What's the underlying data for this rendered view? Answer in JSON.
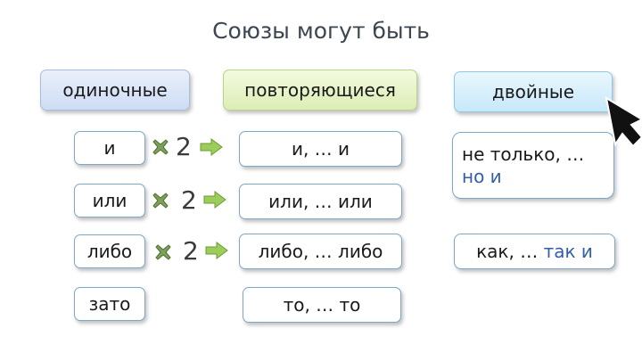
{
  "title": "Союзы могут быть",
  "headers": {
    "single": "одиночные",
    "repeating": "повторяющиеся",
    "double": "двойные"
  },
  "single": [
    "и",
    "или",
    "либо",
    "зато"
  ],
  "multiplier": "2",
  "repeating": [
    "и, … и",
    "или, … или",
    "либо, … либо",
    "то, … то"
  ],
  "double": [
    {
      "line1": "не только, …",
      "line2": "но и"
    },
    {
      "part1": "как, … ",
      "part2": "так и"
    }
  ],
  "icons": {
    "multiply": "cross-icon",
    "arrow": "right-arrow-icon",
    "pointer": "pointer-arrow-icon"
  },
  "colors": {
    "cross": "#6f9a4a",
    "arrow": "#8bc34a",
    "border": "#7fa7c9"
  }
}
